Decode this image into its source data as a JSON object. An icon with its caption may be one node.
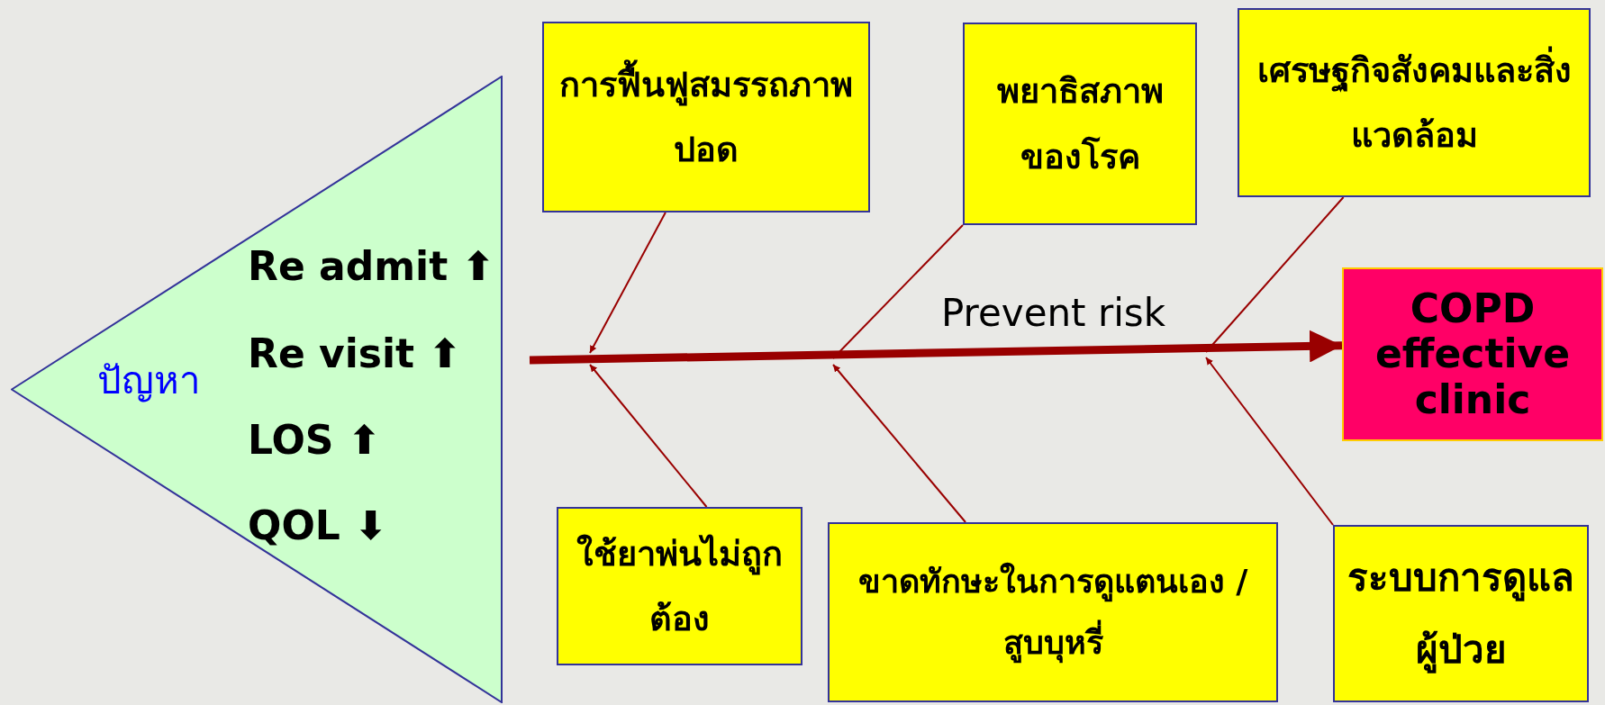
{
  "diagram": {
    "nodes": [
      {
        "text": [
          "ปัญหา",
          "Re admit ⬆",
          "Re visit ⬆",
          "LOS ⬆",
          "QOL ⬇"
        ]
      },
      {
        "text": [
          "การฟื้นฟูสมรรถภาพปอด"
        ]
      },
      {
        "text": [
          "พยาธิสภาพของโรค"
        ]
      },
      {
        "text": [
          "เศรษฐกิจสังคมและสิ่งแวดล้อม"
        ]
      },
      {
        "text": [
          "ใช้ยาพ่นไม่ถูกต้อง"
        ]
      },
      {
        "text": [
          "ขาดทักษะในการดูแตนเอง / สูบบุหรี่"
        ]
      },
      {
        "text": [
          "ระบบการดูแลผู้ป่วย"
        ]
      },
      {
        "text": [
          "COPD effective clinic"
        ]
      }
    ],
    "edges": [
      {
        "from": null,
        "to": 7,
        "arrow": "to",
        "label": "Prevent risk",
        "style": "thick"
      },
      {
        "from": 1,
        "to": null,
        "arrow": "to"
      },
      {
        "from": 4,
        "to": null,
        "arrow": "to"
      },
      {
        "from": 2,
        "to": null,
        "arrow": "to"
      },
      {
        "from": 5,
        "to": null,
        "arrow": "to"
      },
      {
        "from": 3,
        "to": null,
        "arrow": "to"
      },
      {
        "from": 6,
        "to": null,
        "arrow": "to"
      }
    ]
  }
}
